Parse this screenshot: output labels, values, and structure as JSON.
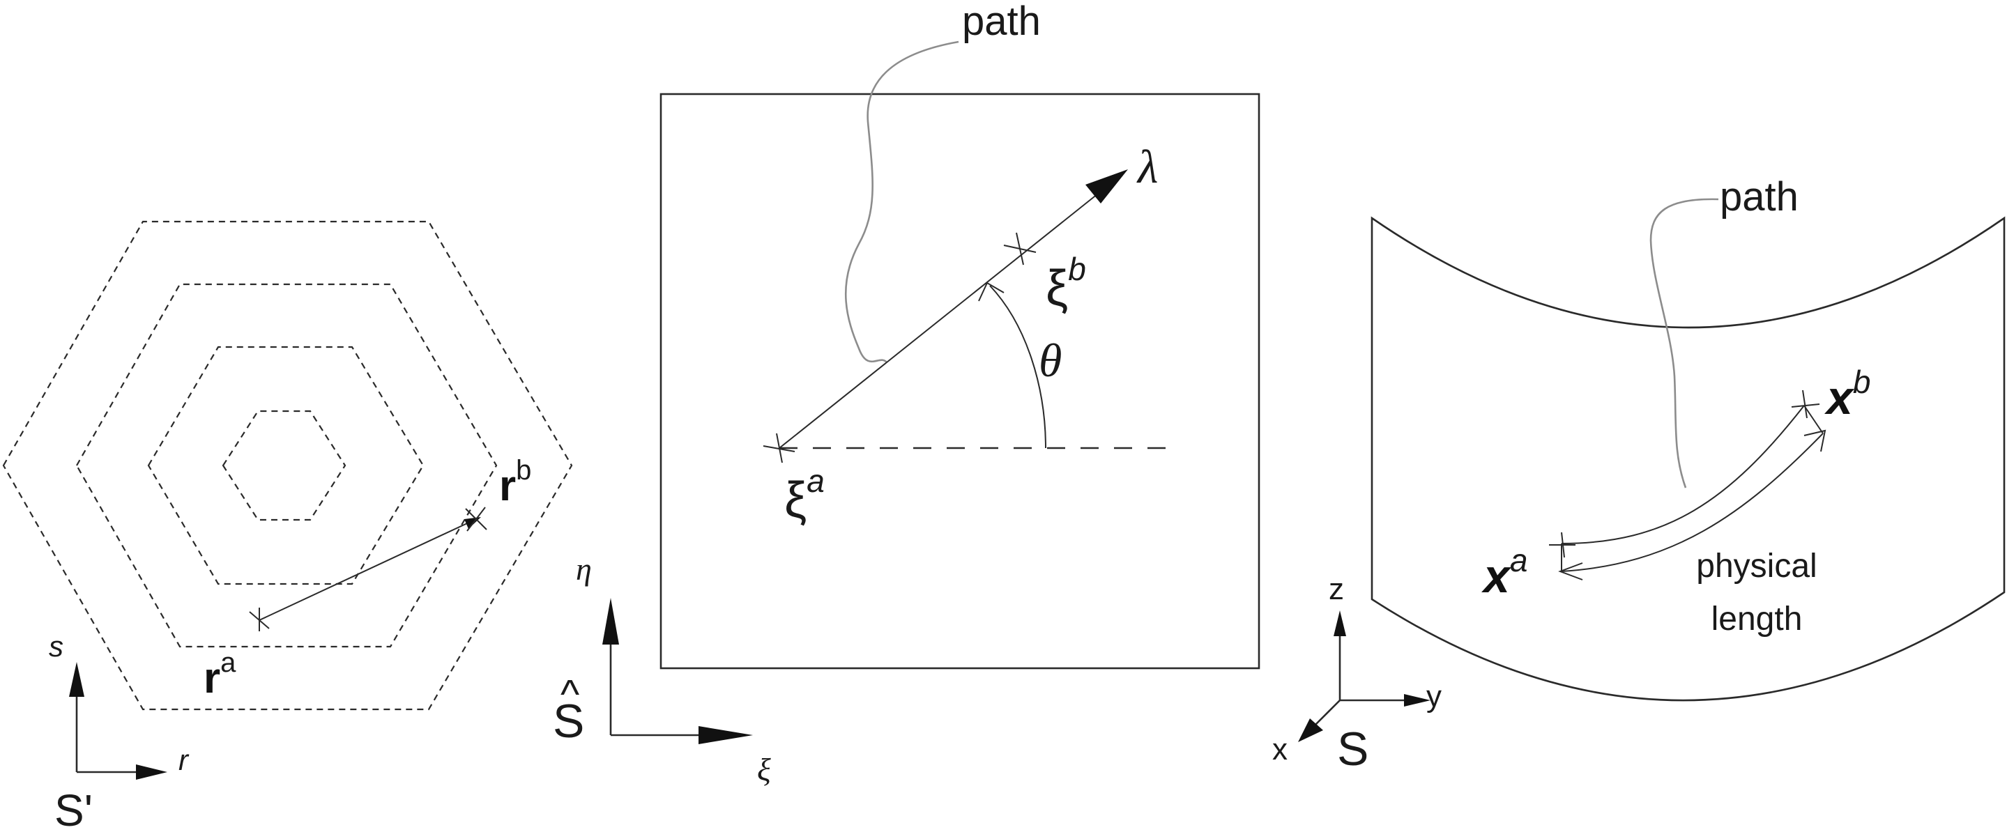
{
  "left_panel": {
    "point_a_base": "r",
    "point_a_sup": "a",
    "point_b_base": "r",
    "point_b_sup": "b",
    "axis_vertical": "s",
    "axis_horizontal": "r",
    "frame_label": "S'"
  },
  "middle_panel": {
    "path_label": "path",
    "direction_label": "λ",
    "angle_label": "θ",
    "point_a_base": "ξ",
    "point_a_sup": "a",
    "point_b_base": "ξ",
    "point_b_sup": "b",
    "axis_vertical": "η",
    "axis_horizontal": "ξ",
    "frame_label": "S",
    "frame_hat": "^"
  },
  "right_panel": {
    "path_label": "path",
    "point_a_base": "x",
    "point_a_sup": "a",
    "point_b_base": "x",
    "point_b_sup": "b",
    "length_label_line1": "physical",
    "length_label_line2": "length",
    "axis_z": "z",
    "axis_y": "y",
    "axis_x": "x",
    "frame_label": "S"
  }
}
